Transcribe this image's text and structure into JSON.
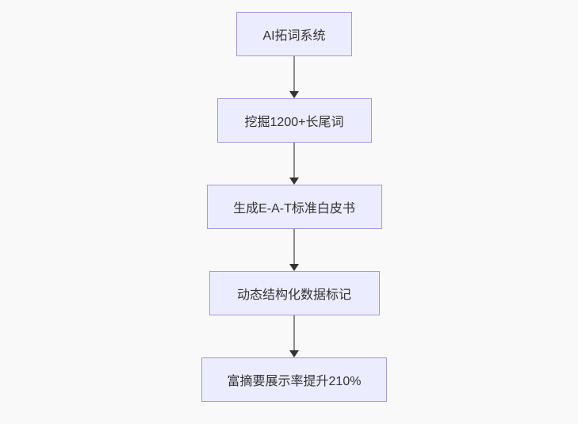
{
  "diagram": {
    "type": "flowchart",
    "direction": "top-down",
    "nodes": [
      {
        "id": "A",
        "label": "AI拓词系统"
      },
      {
        "id": "B",
        "label": "挖掘1200+长尾词"
      },
      {
        "id": "C",
        "label": "生成E-A-T标准白皮书"
      },
      {
        "id": "D",
        "label": "动态结构化数据标记"
      },
      {
        "id": "E",
        "label": "富摘要展示率提升210%"
      }
    ],
    "edges": [
      {
        "from": "A",
        "to": "B",
        "label": ""
      },
      {
        "from": "B",
        "to": "C",
        "label": ""
      },
      {
        "from": "C",
        "to": "D",
        "label": ""
      },
      {
        "from": "D",
        "to": "E",
        "label": ""
      }
    ],
    "colors": {
      "node_fill": "#ECECFF",
      "node_border": "#A498D8",
      "node_text": "#333333",
      "edge_line": "#8C8C8C",
      "arrowhead": "#333333",
      "background": "#F9F9F9"
    }
  }
}
